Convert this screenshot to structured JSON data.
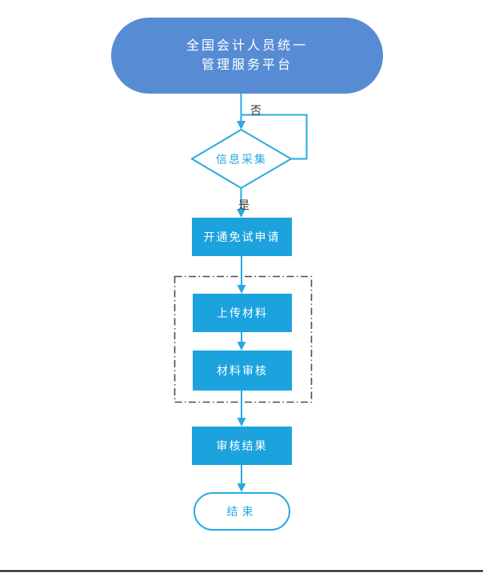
{
  "flowchart": {
    "nodes": {
      "start": {
        "shape": "terminator",
        "line1": "全国会计人员统一",
        "line2": "管理服务平台"
      },
      "collect": {
        "shape": "decision",
        "label": "信息采集"
      },
      "apply": {
        "shape": "process",
        "label": "开通免试申请"
      },
      "upload": {
        "shape": "process",
        "label": "上传材料"
      },
      "review": {
        "shape": "process",
        "label": "材料审核"
      },
      "result": {
        "shape": "process",
        "label": "审核结果"
      },
      "end": {
        "shape": "terminator",
        "label": "结束"
      }
    },
    "edge_labels": {
      "no": "否",
      "yes": "是"
    },
    "colors": {
      "start_fill": "#578CD4",
      "process_fill": "#1CA3DE",
      "connector_line": "#29A9E1",
      "node_text": "#FFFFFF",
      "decision_text": "#29A9E1",
      "edge_label_text": "#333333",
      "group_dashed_border": "#4D4D4D",
      "bottom_rule": "#000000"
    }
  }
}
